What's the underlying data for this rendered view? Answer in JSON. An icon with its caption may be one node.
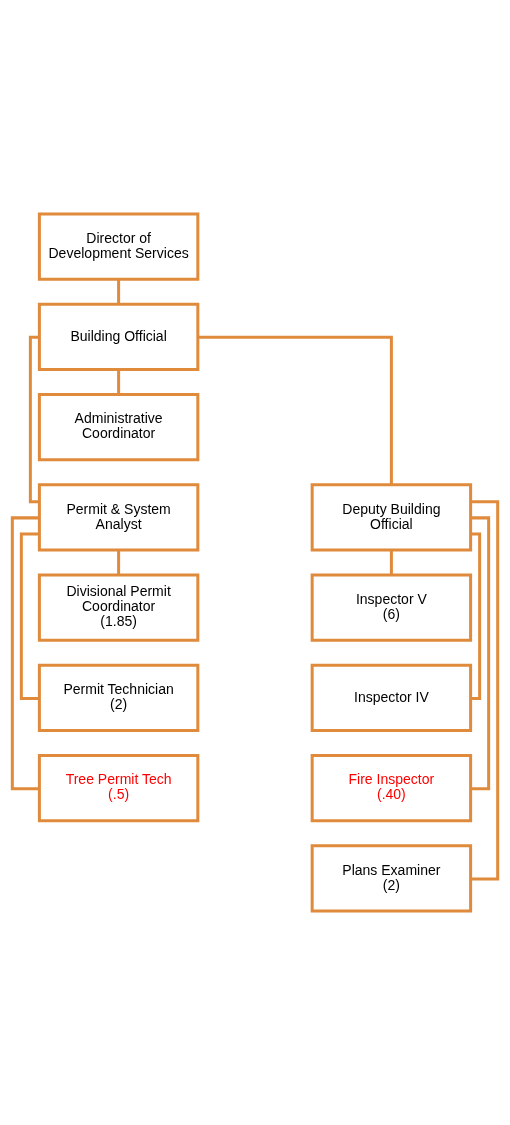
{
  "diagram": {
    "nodes": [
      {
        "text": [
          "Director of Development Services"
        ]
      },
      {
        "text": [
          "Building Official"
        ]
      },
      {
        "text": [
          "Administrative Coordinator"
        ]
      },
      {
        "text": [
          "Permit & System Analyst"
        ]
      },
      {
        "text": [
          "Deputy Building Official"
        ]
      },
      {
        "text": [
          "Divisional Permit Coordinator",
          "(1.85)"
        ]
      },
      {
        "text": [
          "Permit Technician",
          "(2)"
        ]
      },
      {
        "text": [
          "Tree Permit Tech",
          "(.5)"
        ]
      },
      {
        "text": [
          "Inspector V",
          "(6)"
        ]
      },
      {
        "text": [
          "Inspector IV"
        ]
      },
      {
        "text": [
          "Fire Inspector",
          "(.40)"
        ]
      },
      {
        "text": [
          "Plans Examiner",
          "(2)"
        ]
      }
    ],
    "edges": [
      {
        "from": 0,
        "to": 1,
        "arrow": "none"
      },
      {
        "from": 1,
        "to": 2,
        "arrow": "none"
      },
      {
        "from": 1,
        "to": 3,
        "arrow": "none"
      },
      {
        "from": 1,
        "to": 4,
        "arrow": "none"
      },
      {
        "from": 3,
        "to": 5,
        "arrow": "none"
      },
      {
        "from": 3,
        "to": 6,
        "arrow": "none"
      },
      {
        "from": 3,
        "to": 7,
        "arrow": "none"
      },
      {
        "from": 4,
        "to": 8,
        "arrow": "none"
      },
      {
        "from": 4,
        "to": 9,
        "arrow": "none"
      },
      {
        "from": 4,
        "to": 10,
        "arrow": "none"
      },
      {
        "from": 4,
        "to": 11,
        "arrow": "none"
      }
    ]
  }
}
